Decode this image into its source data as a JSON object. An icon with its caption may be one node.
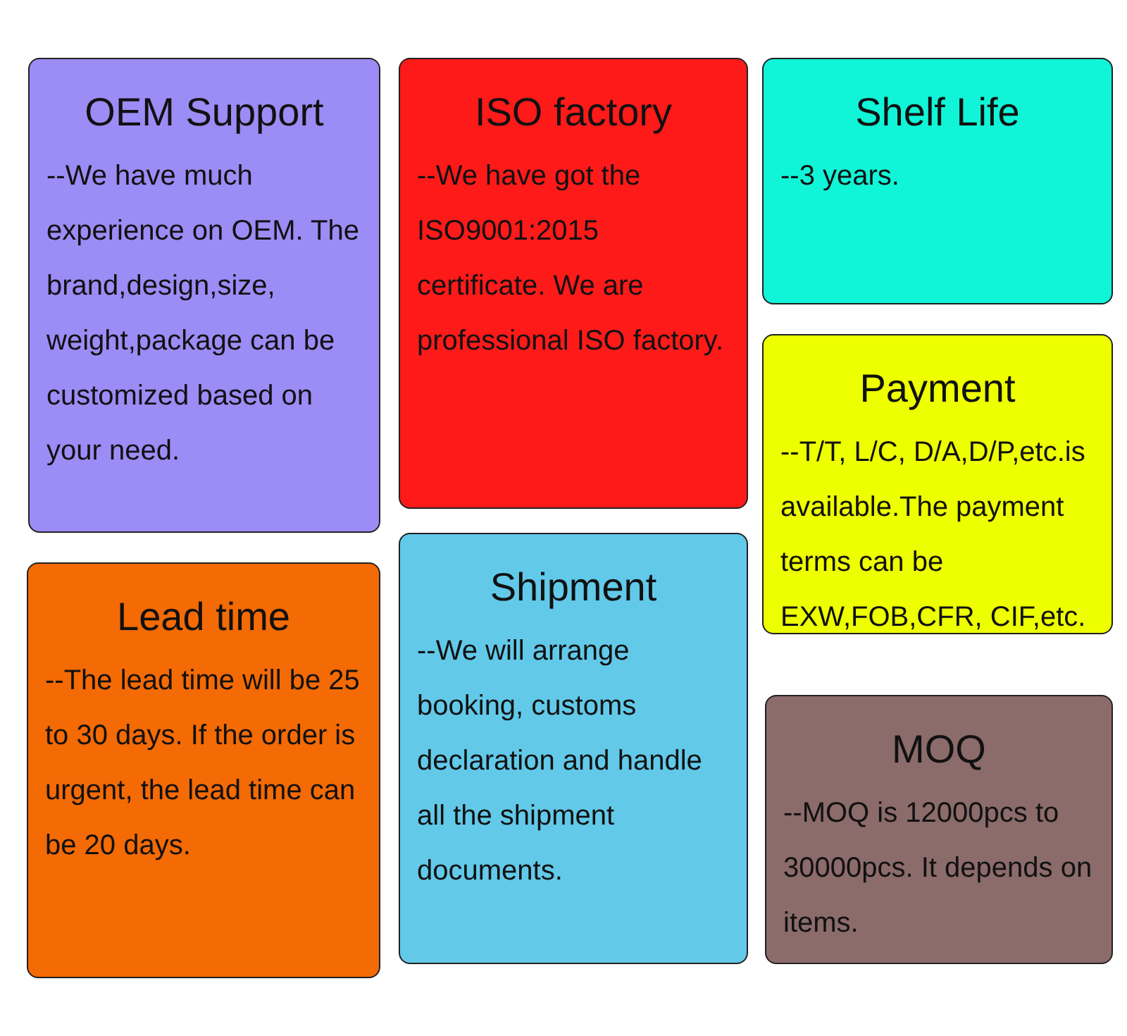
{
  "diagram": {
    "nodes": [
      {
        "text": [
          "OEM Support",
          "--We have much experience on OEM. The brand,design,size, weight,package can be customized based on your need."
        ]
      },
      {
        "text": [
          "ISO factory",
          "--We have got the ISO9001:2015 certificate. We are professional ISO factory."
        ]
      },
      {
        "text": [
          "Shelf Life",
          "--3 years."
        ]
      },
      {
        "text": [
          "Payment",
          "--T/T, L/C, D/A,D/P,etc.is available.The payment terms can be EXW,FOB,CFR, CIF,etc."
        ]
      },
      {
        "text": [
          "Lead time",
          "--The lead time will be 25 to 30 days. If the order is urgent, the lead time can be 20 days."
        ]
      },
      {
        "text": [
          "Shipment",
          "--We will arrange booking, customs declaration and handle all the shipment documents."
        ]
      },
      {
        "text": [
          "MOQ",
          "--MOQ is 12000pcs to 30000pcs. It depends on items."
        ]
      }
    ]
  }
}
